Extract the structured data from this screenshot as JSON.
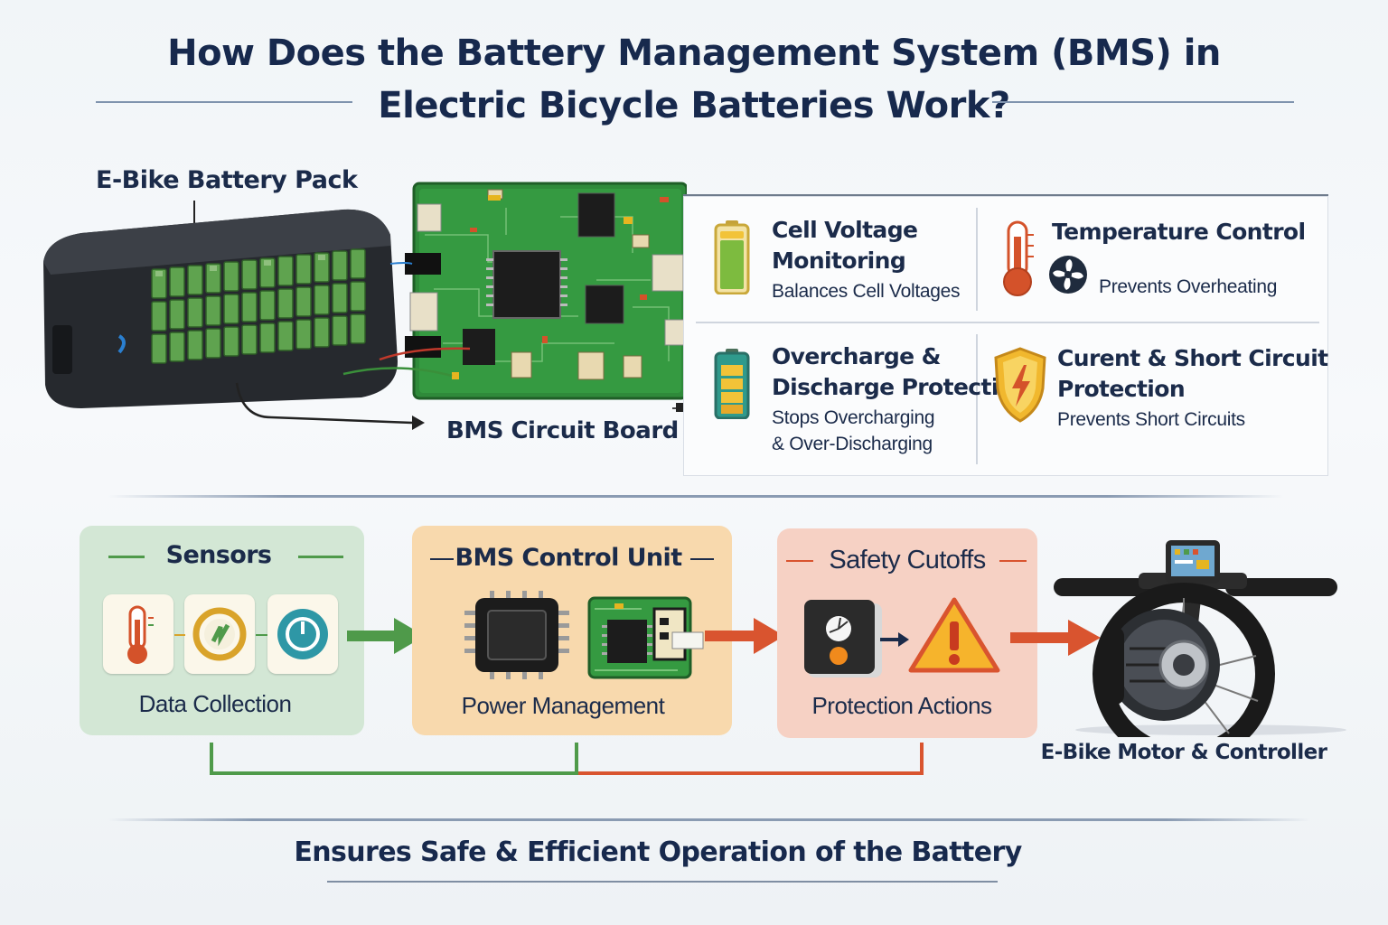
{
  "title": {
    "line1": "How Does the Battery Management System (BMS) in",
    "line2": "Electric Bicycle Batteries Work?"
  },
  "hardware": {
    "battery_pack_label": "E-Bike Battery Pack",
    "board_label": "BMS Circuit Board"
  },
  "features": [
    {
      "title_line1": "Cell Voltage",
      "title_line2": "Monitoring",
      "desc_line1": "Balances Cell Voltages",
      "desc_line2": "",
      "icon": "battery-level-icon"
    },
    {
      "title_line1": "Temperature Control",
      "title_line2": "",
      "desc_line1": "Prevents Overheating",
      "desc_line2": "",
      "icon": "thermometer-icon"
    },
    {
      "title_line1": "Overcharge &",
      "title_line2": "Discharge Protection",
      "desc_line1": "Stops Overcharging",
      "desc_line2": "& Over-Discharging",
      "icon": "battery-charge-icon"
    },
    {
      "title_line1": "Curent & Short Circuit",
      "title_line2": "Protection",
      "desc_line1": "Prevents Short Circuits",
      "desc_line2": "",
      "icon": "shield-bolt-icon"
    }
  ],
  "flow": {
    "sensors": {
      "heading": "Sensors",
      "caption": "Data Collection",
      "icons": [
        "thermometer-icon",
        "voltage-sensor-icon",
        "current-sensor-icon"
      ]
    },
    "control": {
      "heading": "BMS Control Unit",
      "caption": "Power Management",
      "icons": [
        "microchip-icon",
        "circuit-board-icon"
      ]
    },
    "safety": {
      "heading": "Safety Cutoffs",
      "caption": "Protection Actions",
      "icons": [
        "cutoff-switch-icon",
        "warning-triangle-icon"
      ]
    },
    "output_label": "E-Bike Motor & Controller"
  },
  "footer": "Ensures Safe & Efficient Operation of the Battery",
  "colors": {
    "navy": "#1b2b4a",
    "green_box": "#d3e7d5",
    "orange_box": "#f8d9ad",
    "red_box": "#f6d1c4",
    "green_arrow": "#4f9a4a",
    "red_arrow": "#d9542f",
    "pcb_green": "#2f8a3a"
  }
}
